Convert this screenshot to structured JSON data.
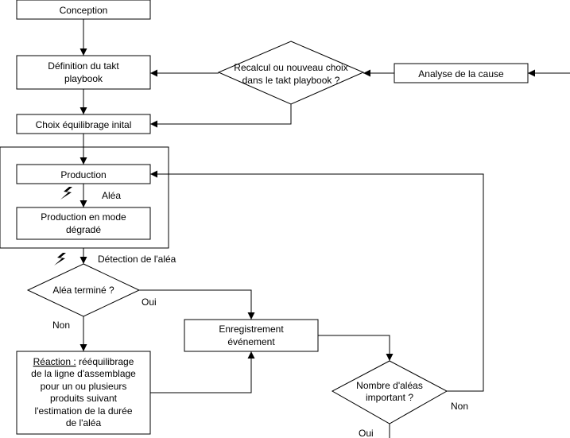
{
  "nodes": {
    "conception": "Conception",
    "definition_1": "Définition du takt",
    "definition_2": "playbook",
    "recalcul_1": "Recalcul ou nouveau choix",
    "recalcul_2": "dans le takt playbook ?",
    "analyse": "Analyse de la cause",
    "choix": "Choix équilibrage inital",
    "production": "Production",
    "degrade_1": "Production en mode",
    "degrade_2": "dégradé",
    "alea_termine": "Aléa terminé ?",
    "enregistrement_1": "Enregistrement",
    "enregistrement_2": "événement",
    "reaction_title": "Réaction :",
    "reaction_1": " rééquilibrage",
    "reaction_2": "de la ligne d'assemblage",
    "reaction_3": "pour un ou plusieurs",
    "reaction_4": "produits suivant",
    "reaction_5": "l'estimation de la durée",
    "reaction_6": "de l'aléa",
    "nombre_1": "Nombre d'aléas",
    "nombre_2": "important ?"
  },
  "labels": {
    "alea": "Aléa",
    "detection": "Détection de l'aléa",
    "oui_1": "Oui",
    "non_1": "Non",
    "non_2": "Non",
    "oui_2": "Oui"
  },
  "icons": {
    "alea_icon": "lightning-icon",
    "detection_icon": "lightning-icon"
  }
}
